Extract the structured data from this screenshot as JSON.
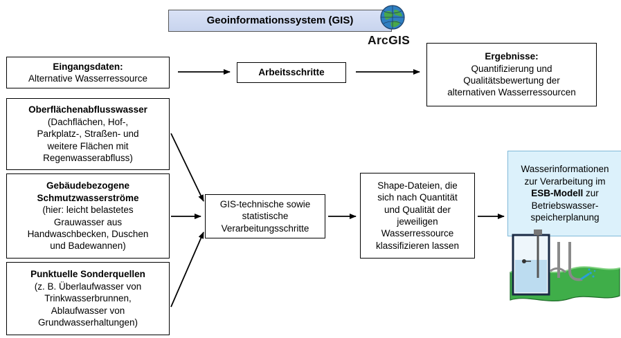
{
  "header": {
    "title": "Geoinformationssystem (GIS)",
    "logo_text": "ArcGIS"
  },
  "input_header": {
    "title": "Eingangsdaten:",
    "subtitle": "Alternative Wasserressource"
  },
  "work_steps": {
    "label": "Arbeitsschritte"
  },
  "results": {
    "title": "Ergebnisse:",
    "lines": [
      "Quantifizierung und",
      "Qualitätsbewertung der",
      "alternativen Wasserressourcen"
    ]
  },
  "sources": [
    {
      "title": "Oberflächenabflusswasser",
      "lines": [
        "(Dachflächen, Hof-,",
        "Parkplatz-, Straßen- und",
        "weitere Flächen mit",
        "Regenwasserabfluss)"
      ]
    },
    {
      "title_lines": [
        "Gebäudebezogene",
        "Schmutzwasserströme"
      ],
      "lines": [
        "(hier: leicht belastetes",
        "Grauwasser aus",
        "Handwaschbecken, Duschen",
        "und Badewannen)"
      ]
    },
    {
      "title": "Punktuelle Sonderquellen",
      "lines": [
        "(z. B. Überlaufwasser von",
        "Trinkwasserbrunnen,",
        "Ablaufwasser von",
        "Grundwasserhaltungen)"
      ]
    }
  ],
  "processing": {
    "lines": [
      "GIS-technische sowie",
      "statistische",
      "Verarbeitungsschritte"
    ]
  },
  "shape_files": {
    "lines": [
      "Shape-Dateien, die",
      "sich nach Quantität",
      "und Qualität der",
      "jeweiligen",
      "Wasserressource",
      "klassifizieren lassen"
    ]
  },
  "esb": {
    "line1": "Wasserinformationen",
    "line2": "zur Verarbeitung im",
    "line3_bold": "ESB-Modell",
    "line3_rest": " zur",
    "line4": "Betriebswasser-",
    "line5": "speicherplanung"
  },
  "icons": {
    "globe": "globe-icon",
    "tank": "water-tank-illustration"
  },
  "colors": {
    "title_fill": "#d0daf2",
    "esb_fill": "#dcf1fb",
    "ground_green": "#3fae49"
  }
}
